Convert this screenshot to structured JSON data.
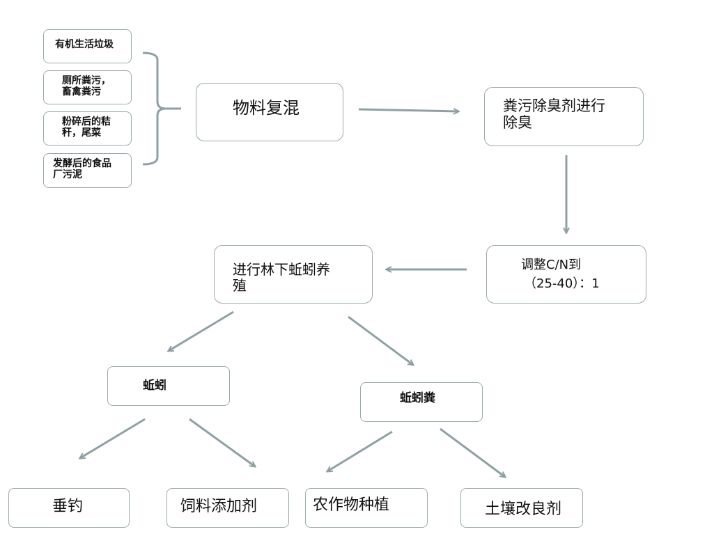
{
  "inputs": [
    {
      "label": "有机生活垃圾"
    },
    {
      "label": "厕所粪污，\n畜禽粪污"
    },
    {
      "label": "粉碎后的秸\n秆，尾菜"
    },
    {
      "label": "发酵后的食品\n厂污泥"
    }
  ],
  "steps": {
    "mix": "物料复混",
    "deodorize": "粪污除臭剂进行\n除臭",
    "adjust_line1": "调整C/N到",
    "adjust_line2": "（25-40）：1",
    "breeding": "进行林下蚯蚓养\n殖"
  },
  "products": {
    "earthworm": "蚯蚓",
    "castings": "蚯蚓粪"
  },
  "uses": {
    "fishing": "垂钓",
    "feed_additive": "饲料添加剂",
    "crop_planting": "农作物种植",
    "soil_conditioner": "土壤改良剂"
  },
  "colors": {
    "line": "#8fa0a3",
    "border": "#9aa9ad"
  }
}
